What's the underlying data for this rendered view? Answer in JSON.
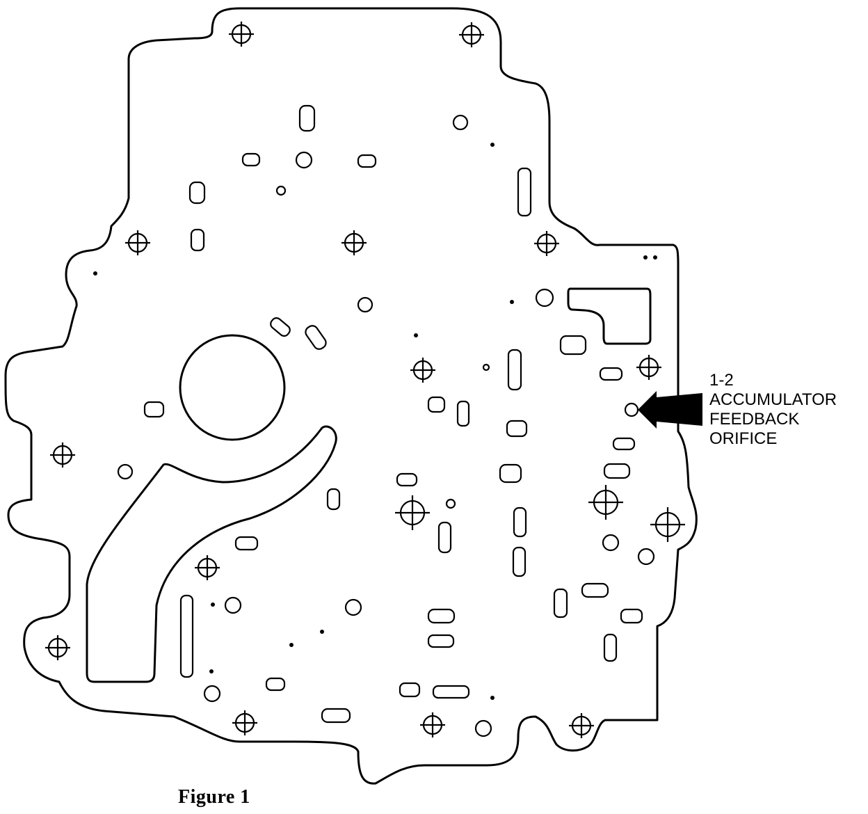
{
  "callout": {
    "lines": [
      "1-2",
      "ACCUMULATOR",
      "FEEDBACK",
      "ORIFICE"
    ]
  },
  "caption": "Figure 1"
}
